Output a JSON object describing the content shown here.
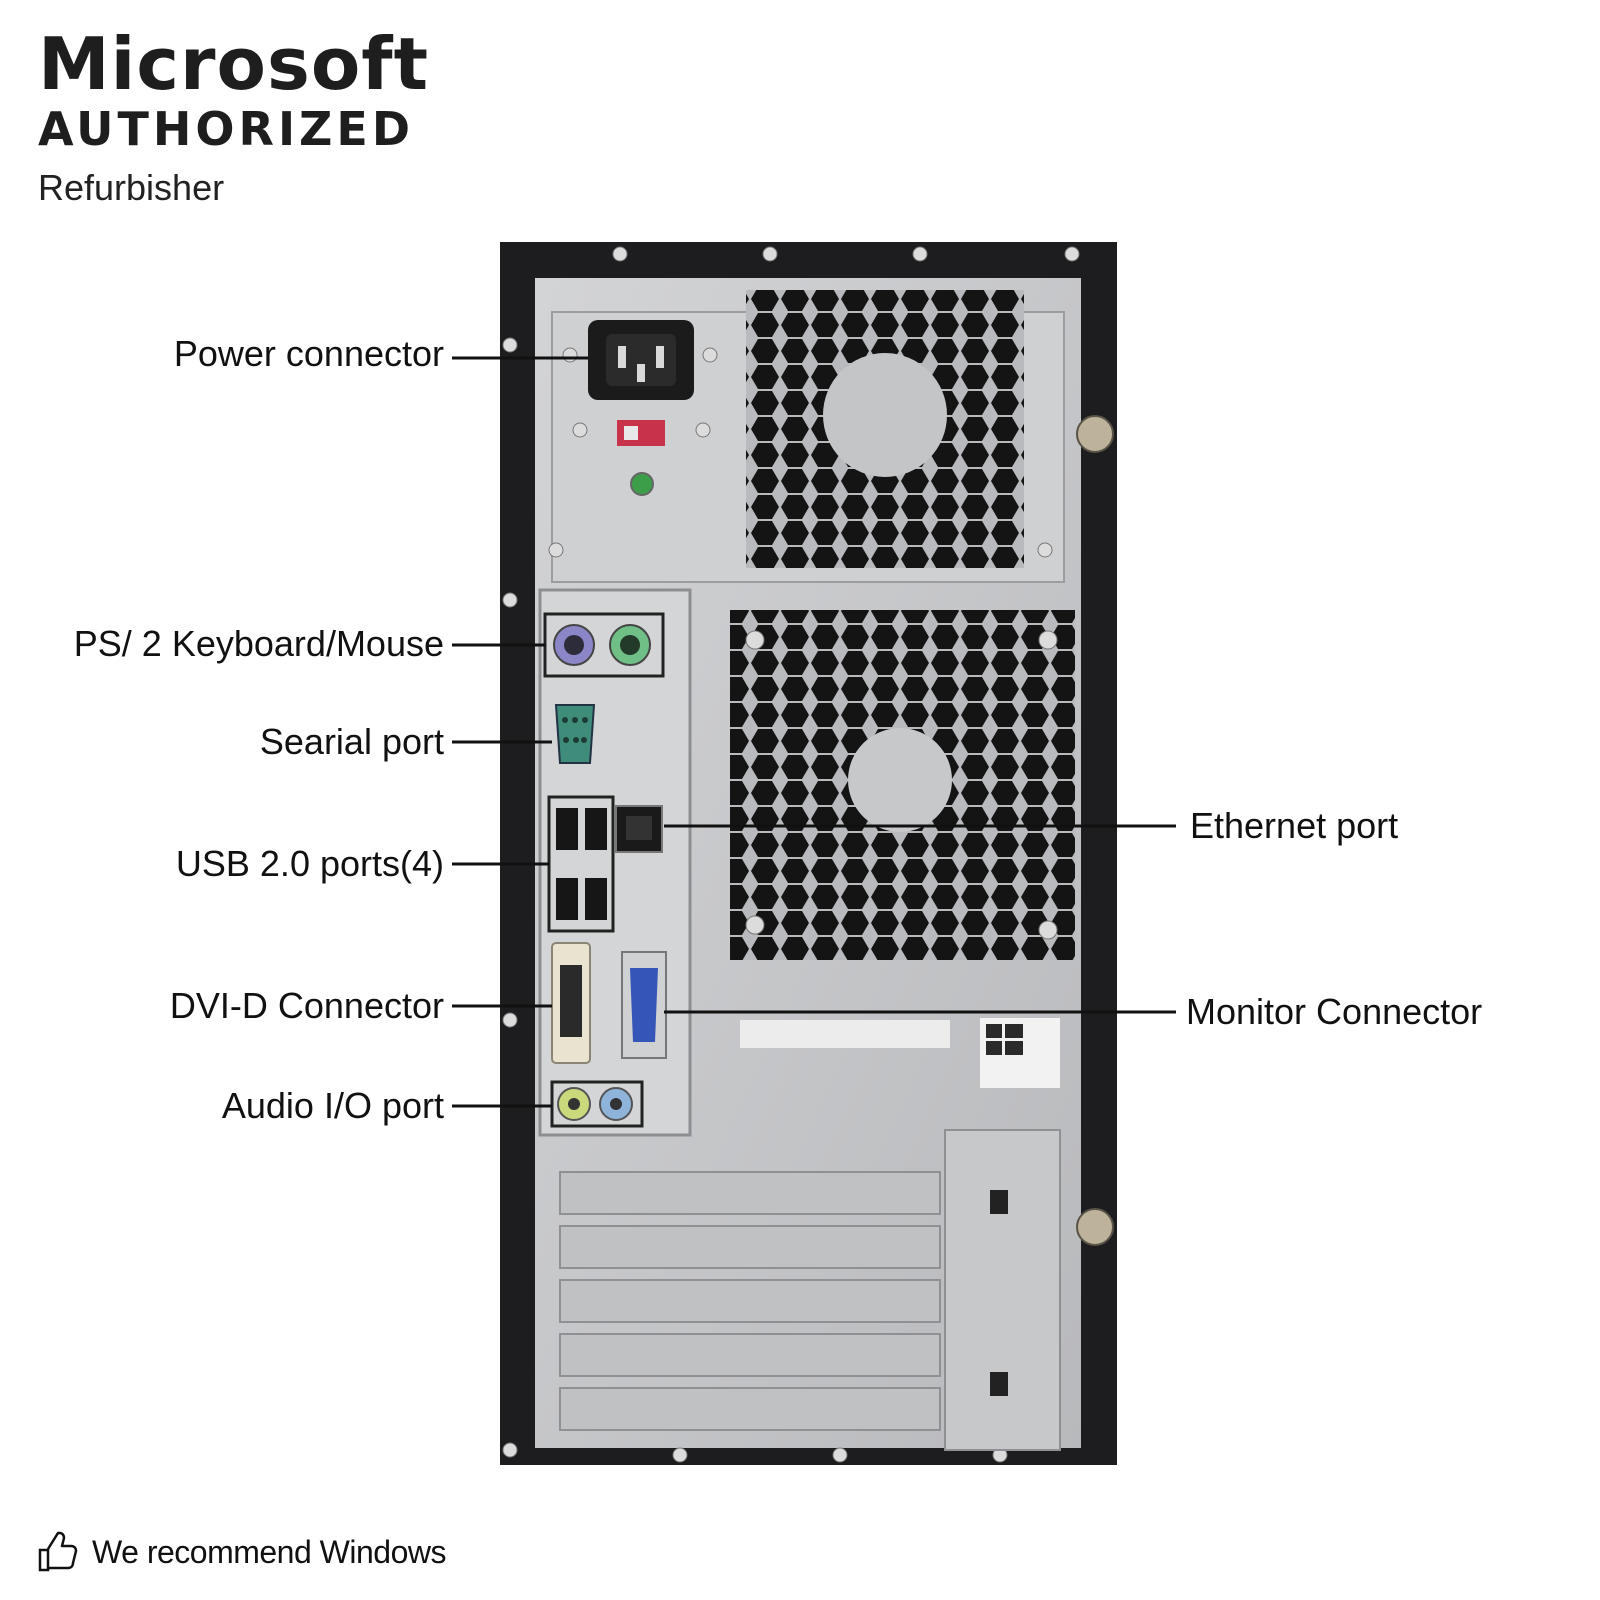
{
  "badge": {
    "brand": "Microsoft",
    "authorized": "AUTHORIZED",
    "refurbisher": "Refurbisher"
  },
  "labels": {
    "power_connector": "Power connector",
    "ps2": "PS/ 2 Keyboard/Mouse",
    "serial": "Searial port",
    "usb": "USB 2.0 ports(4)",
    "dvi": "DVI-D Connector",
    "audio": "Audio I/O port",
    "ethernet": "Ethernet port",
    "monitor": "Monitor Connector"
  },
  "footer": {
    "text": "We recommend Windows",
    "icon": "thumbs-up-icon"
  },
  "colors": {
    "case_black": "#1d1d1f",
    "panel_silver": "#c9cacc",
    "ps2_purple": "#8a86c8",
    "ps2_green": "#6fbf86",
    "serial_teal": "#3f8c7a",
    "vga_blue": "#3556b8",
    "dvi_cream": "#e9e3cf",
    "audio_lime": "#c9d97c",
    "audio_blue": "#8fb4dc",
    "switch_red": "#c8324a",
    "led_green": "#3d9e4a"
  }
}
